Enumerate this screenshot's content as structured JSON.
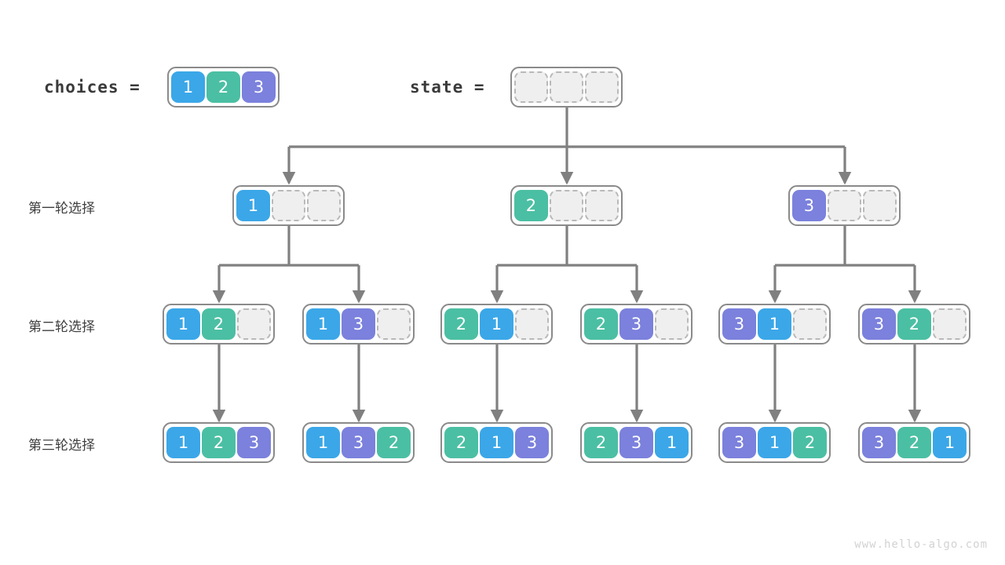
{
  "palette": {
    "one": "#3BA7E8",
    "two": "#4BBFA3",
    "three": "#7B81DC",
    "empty_fill": "#EFEFEF",
    "empty_border": "#B9B9B9",
    "node_border": "#8A8A8A",
    "wire": "#808080",
    "text": "#3A3A3A",
    "watermark": "#D2D2D2",
    "background": "#FFFFFF"
  },
  "header": {
    "choices_label": "choices =",
    "choices_cells": [
      "1",
      "2",
      "3"
    ],
    "state_label": "state =",
    "state_cells": [
      "",
      "",
      ""
    ]
  },
  "row_labels": {
    "round1": "第一轮选择",
    "round2": "第二轮选择",
    "round3": "第三轮选择"
  },
  "rounds": {
    "round1": [
      {
        "cells": [
          "1",
          "",
          ""
        ]
      },
      {
        "cells": [
          "2",
          "",
          ""
        ]
      },
      {
        "cells": [
          "3",
          "",
          ""
        ]
      }
    ],
    "round2": [
      {
        "cells": [
          "1",
          "2",
          ""
        ]
      },
      {
        "cells": [
          "1",
          "3",
          ""
        ]
      },
      {
        "cells": [
          "2",
          "1",
          ""
        ]
      },
      {
        "cells": [
          "2",
          "3",
          ""
        ]
      },
      {
        "cells": [
          "3",
          "1",
          ""
        ]
      },
      {
        "cells": [
          "3",
          "2",
          ""
        ]
      }
    ],
    "round3": [
      {
        "cells": [
          "1",
          "2",
          "3"
        ]
      },
      {
        "cells": [
          "1",
          "3",
          "2"
        ]
      },
      {
        "cells": [
          "2",
          "1",
          "3"
        ]
      },
      {
        "cells": [
          "2",
          "3",
          "1"
        ]
      },
      {
        "cells": [
          "3",
          "1",
          "2"
        ]
      },
      {
        "cells": [
          "3",
          "2",
          "1"
        ]
      }
    ]
  },
  "watermark": "www.hello-algo.com"
}
